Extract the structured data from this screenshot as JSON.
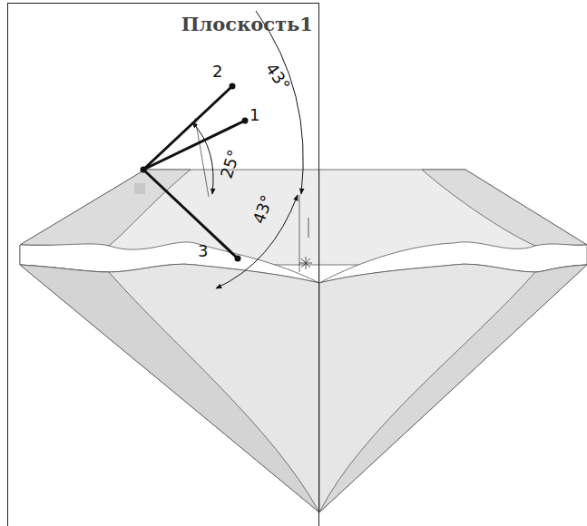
{
  "diagram": {
    "nodes": [
      {
        "text": [
          "Плоскость1"
        ]
      }
    ],
    "labels": [
      "2",
      "1",
      "3",
      "25°",
      "43°",
      "43°"
    ]
  }
}
